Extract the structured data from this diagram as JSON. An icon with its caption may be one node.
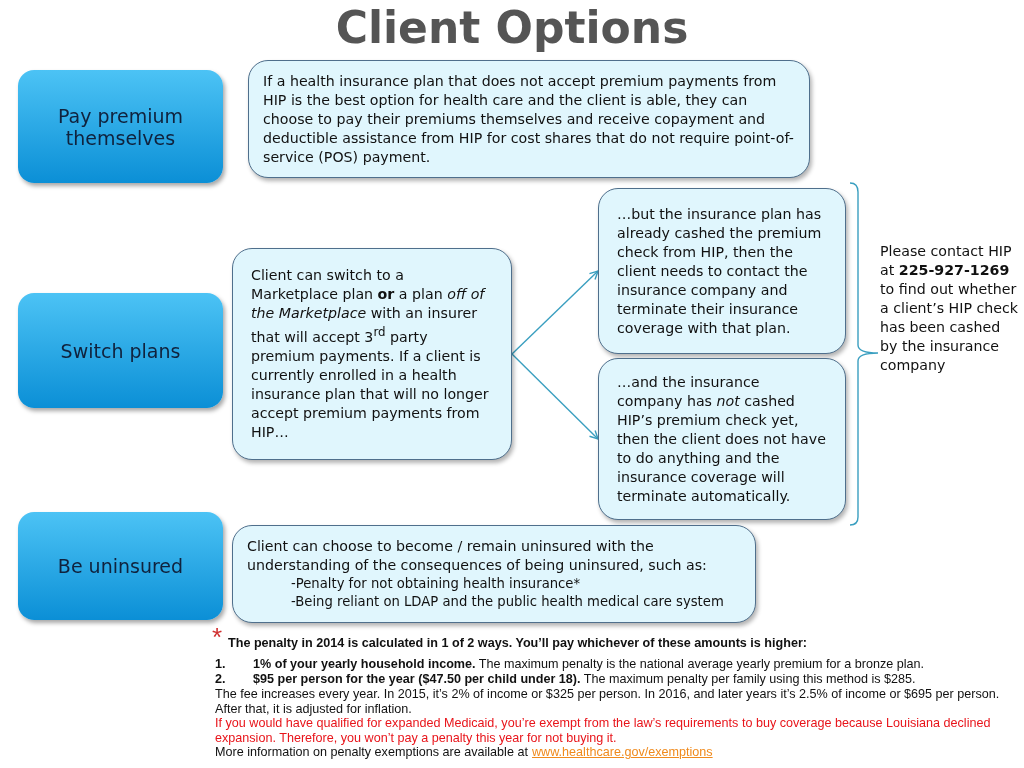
{
  "diagram": {
    "title": "Client Options",
    "nodes": [
      {
        "text": [
          "Pay premium themselves"
        ]
      },
      {
        "text": [
          "If a health insurance plan that does not accept premium payments from HIP is the best option for health care and the client is able, they can choose to pay their premiums themselves and receive copayment and deductible assistance from HIP for cost shares that do not require point-of-service (POS) payment."
        ]
      },
      {
        "text": [
          "Switch plans"
        ]
      },
      {
        "text": [
          "Client can switch to a Marketplace plan **or** a plan *off of the Marketplace*  with an insurer that will accept 3$^{rd}$ party premium payments. If a client is currently enrolled in a health insurance plan that will no longer accept premium payments from HIP…"
        ]
      },
      {
        "text": [
          "…but the insurance plan has already cashed the premium check from HIP, then the client needs to contact the insurance company and terminate their insurance coverage with that plan."
        ]
      },
      {
        "text": [
          "…and the insurance company has *not* cashed HIP’s premium check yet, then the client does not have to do anything and the insurance coverage will terminate automatically."
        ]
      },
      {
        "text": [
          "Be uninsured"
        ]
      },
      {
        "text": [
          "Client can choose to become / remain uninsured with the understanding of the consequences of being uninsured, such as:",
          "-Penalty for not obtaining health insurance*",
          "-Being reliant on LDAP and the public health medical care system"
        ]
      }
    ],
    "edges": [
      {
        "from": 3,
        "to": 4,
        "arrow": "to"
      },
      {
        "from": 3,
        "to": 5,
        "arrow": "to"
      }
    ],
    "labels": [
      "Please contact HIP at **225-927-1269** to find out whether a client’s HIP check has been cashed by the insurance company",
      "*",
      "The penalty in 2014 is calculated in 1 of 2 ways. You’ll pay whichever of these amounts is higher:",
      "1.",
      "**1% of your yearly household income.** The maximum penalty is the national average yearly premium for a bronze plan.",
      "2.",
      "**$95 per person for the year ($47.50 per child under 18).** The maximum penalty per family using this method is $285.",
      "The fee increases every year. In 2015, it’s 2% of income or $325 per person. In 2016, and later years it’s 2.5% of income or $695 per person. After that, it is adjusted for inflation.",
      "If you would have qualified for expanded Medicaid, you’re exempt from the law’s requirements to buy coverage because Louisiana declined expansion.  Therefore, you won’t pay a penalty this year for not buying it.",
      "More information on penalty exemptions are available at",
      "www.healthcare.gov/exemptions"
    ]
  }
}
